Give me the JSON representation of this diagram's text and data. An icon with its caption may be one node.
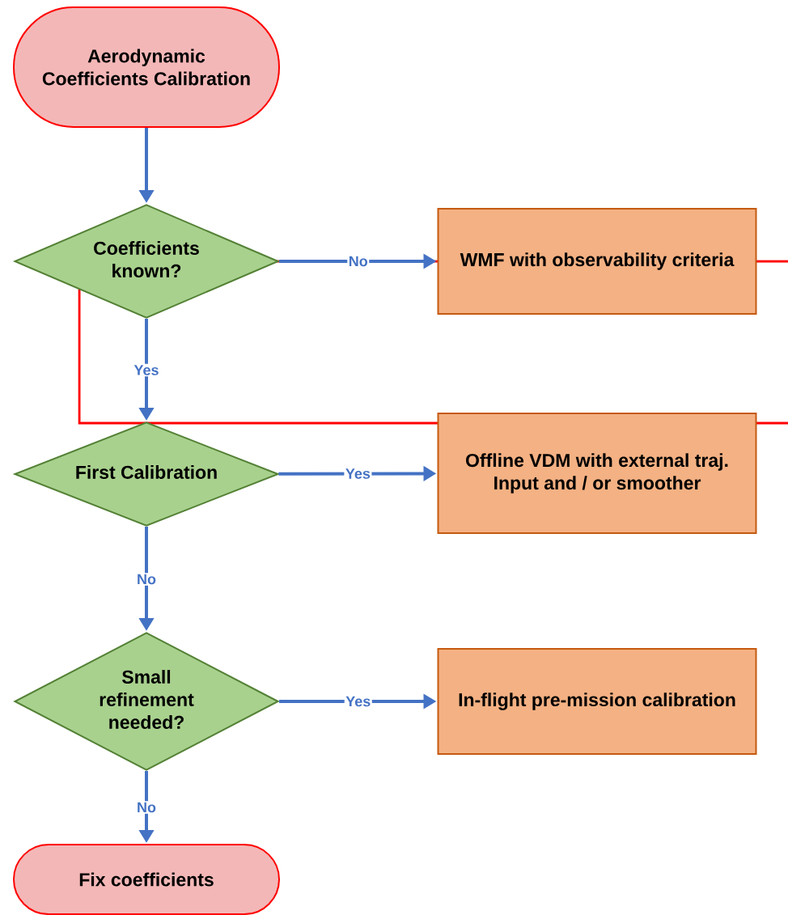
{
  "diagram": {
    "nodes": [
      {
        "text": [
          "Aerodynamic Coefficients Calibration"
        ]
      },
      {
        "text": [
          "Coefficients known?"
        ]
      },
      {
        "text": [
          "WMF with observability criteria"
        ]
      },
      {
        "text": [
          "First Calibration"
        ]
      },
      {
        "text": [
          "Offline VDM with external traj. Input and / or smoother"
        ]
      },
      {
        "text": [
          "Small refinement needed?"
        ]
      },
      {
        "text": [
          "In-flight pre-mission calibration"
        ]
      },
      {
        "text": [
          "Fix coefficients"
        ]
      }
    ],
    "edges": [
      {
        "from": 0,
        "to": 1,
        "arrow": "to"
      },
      {
        "from": 1,
        "to": 2,
        "arrow": "to",
        "label": "No"
      },
      {
        "from": 1,
        "to": 3,
        "arrow": "to",
        "label": "Yes"
      },
      {
        "from": 3,
        "to": 4,
        "arrow": "to",
        "label": "Yes"
      },
      {
        "from": 3,
        "to": 5,
        "arrow": "to",
        "label": "No"
      },
      {
        "from": 5,
        "to": 6,
        "arrow": "to",
        "label": "Yes"
      },
      {
        "from": 5,
        "to": 7,
        "arrow": "to",
        "label": "No"
      }
    ]
  }
}
